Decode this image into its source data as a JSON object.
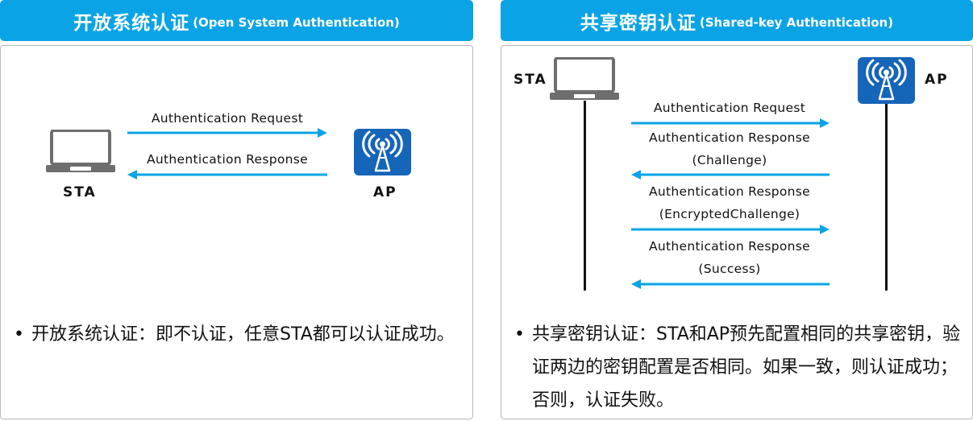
{
  "left": {
    "title_main": "开放系统认证",
    "title_sub": "(Open System Authentication)",
    "sta_label": "STA",
    "ap_label": "AP",
    "messages": [
      {
        "text": "Authentication Request",
        "direction": "to-ap"
      },
      {
        "text": "Authentication Response",
        "direction": "to-sta"
      }
    ],
    "bullet": "开放系统认证：即不认证，任意STA都可以认证成功。"
  },
  "right": {
    "title_main": "共享密钥认证",
    "title_sub": "(Shared-key Authentication)",
    "sta_label": "STA",
    "ap_label": "AP",
    "messages": [
      {
        "line1": "Authentication Request",
        "line2": "",
        "direction": "to-ap"
      },
      {
        "line1": "Authentication Response",
        "line2": "(Challenge)",
        "direction": "to-sta"
      },
      {
        "line1": "Authentication Response",
        "line2": "(EncryptedChallenge)",
        "direction": "to-ap"
      },
      {
        "line1": "Authentication Response",
        "line2": "(Success)",
        "direction": "to-sta"
      }
    ],
    "bullet": "共享密钥认证：STA和AP预先配置相同的共享密钥，验证两边的密钥配置是否相同。如果一致，则认证成功；否则，认证失败。"
  },
  "colors": {
    "header": "#0aa4e6",
    "arrow": "#0aa4e6",
    "ap_icon": "#1565b8",
    "laptop": "#6e6e6e"
  },
  "icons": {
    "sta": "laptop-icon",
    "ap": "access-point-icon"
  }
}
